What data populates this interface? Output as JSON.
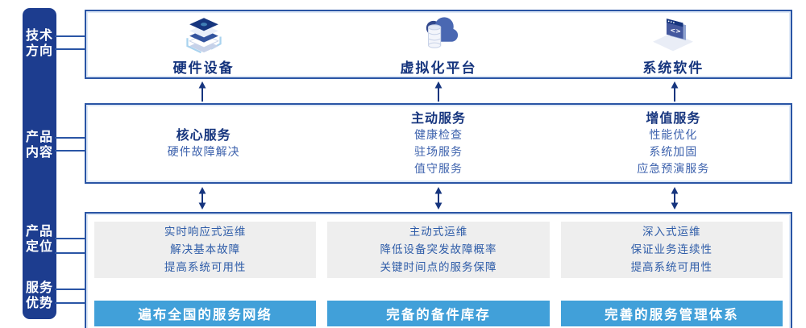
{
  "colors": {
    "sidebar_navy": "#1d3d8f",
    "heading_navy": "#16357e",
    "border_blue": "#2a55a5",
    "list_blue": "#3d62ad",
    "panel_gray": "#eeeeee",
    "panel_text_blue": "#2e5ca8",
    "highlight_sky_blue": "#41a0d9",
    "highlight_text": "#ffffff"
  },
  "sidebar": {
    "labels": [
      {
        "lines": [
          "技术",
          "方向"
        ]
      },
      {
        "lines": [
          "产品",
          "内容"
        ]
      },
      {
        "lines": [
          "产品",
          "定位"
        ]
      },
      {
        "lines": [
          "服务",
          "优势"
        ]
      }
    ]
  },
  "tech_row": {
    "items": [
      {
        "icon": "server-stack-icon",
        "label": "硬件设备"
      },
      {
        "icon": "cloud-database-icon",
        "label": "虚拟化平台"
      },
      {
        "icon": "code-window-icon",
        "label": "系统软件"
      }
    ]
  },
  "content_row": {
    "columns": [
      {
        "title": "核心服务",
        "items": [
          "硬件故障解决"
        ]
      },
      {
        "title": "主动服务",
        "items": [
          "健康检查",
          "驻场服务",
          "值守服务"
        ]
      },
      {
        "title": "增值服务",
        "items": [
          "性能优化",
          "系统加固",
          "应急预演服务"
        ]
      }
    ]
  },
  "position_row": {
    "columns": [
      {
        "points": [
          "实时响应式运维",
          "解决基本故障",
          "提高系统可用性"
        ],
        "highlight": "遍布全国的服务网络"
      },
      {
        "points": [
          "主动式运维",
          "降低设备突发故障概率",
          "关键时间点的服务保障"
        ],
        "highlight": "完备的备件库存"
      },
      {
        "points": [
          "深入式运维",
          "保证业务连续性",
          "提高系统可用性"
        ],
        "highlight": "完善的服务管理体系"
      }
    ]
  }
}
